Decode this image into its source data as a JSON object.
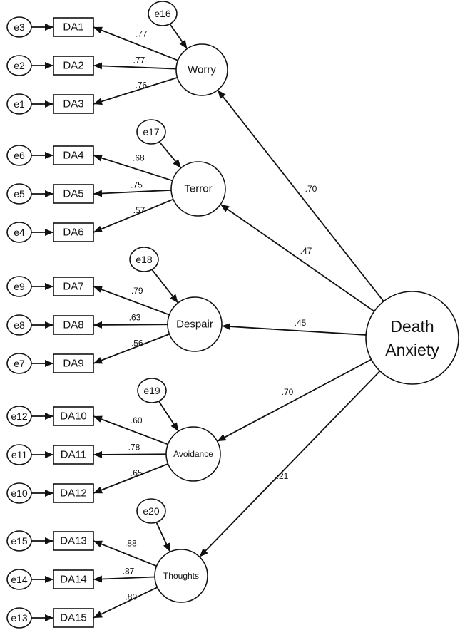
{
  "factor_root": {
    "label_line1": "Death",
    "label_line2": "Anxiety"
  },
  "factors": [
    {
      "label": "Worry",
      "error": "e16",
      "path_to_factor": ".70",
      "indicators": [
        {
          "name": "DA1",
          "error": "e3",
          "loading": ".77"
        },
        {
          "name": "DA2",
          "error": "e2",
          "loading": ".77"
        },
        {
          "name": "DA3",
          "error": "e1",
          "loading": ".76"
        }
      ]
    },
    {
      "label": "Terror",
      "error": "e17",
      "path_to_factor": ".47",
      "indicators": [
        {
          "name": "DA4",
          "error": "e6",
          "loading": ".68"
        },
        {
          "name": "DA5",
          "error": "e5",
          "loading": ".75"
        },
        {
          "name": "DA6",
          "error": "e4",
          "loading": ".57"
        }
      ]
    },
    {
      "label": "Despair",
      "error": "e18",
      "path_to_factor": ".45",
      "indicators": [
        {
          "name": "DA7",
          "error": "e9",
          "loading": ".79"
        },
        {
          "name": "DA8",
          "error": "e8",
          "loading": ".63"
        },
        {
          "name": "DA9",
          "error": "e7",
          "loading": ".56"
        }
      ]
    },
    {
      "label": "Avoidance",
      "error": "e19",
      "path_to_factor": ".70",
      "indicators": [
        {
          "name": "DA10",
          "error": "e12",
          "loading": ".60"
        },
        {
          "name": "DA11",
          "error": "e11",
          "loading": ".78"
        },
        {
          "name": "DA12",
          "error": "e10",
          "loading": ".65"
        }
      ]
    },
    {
      "label": "Thoughts",
      "error": "e20",
      "path_to_factor": ".21",
      "indicators": [
        {
          "name": "DA13",
          "error": "e15",
          "loading": ".88"
        },
        {
          "name": "DA14",
          "error": "e14",
          "loading": ".87"
        },
        {
          "name": "DA15",
          "error": "e13",
          "loading": ".80"
        }
      ]
    }
  ]
}
